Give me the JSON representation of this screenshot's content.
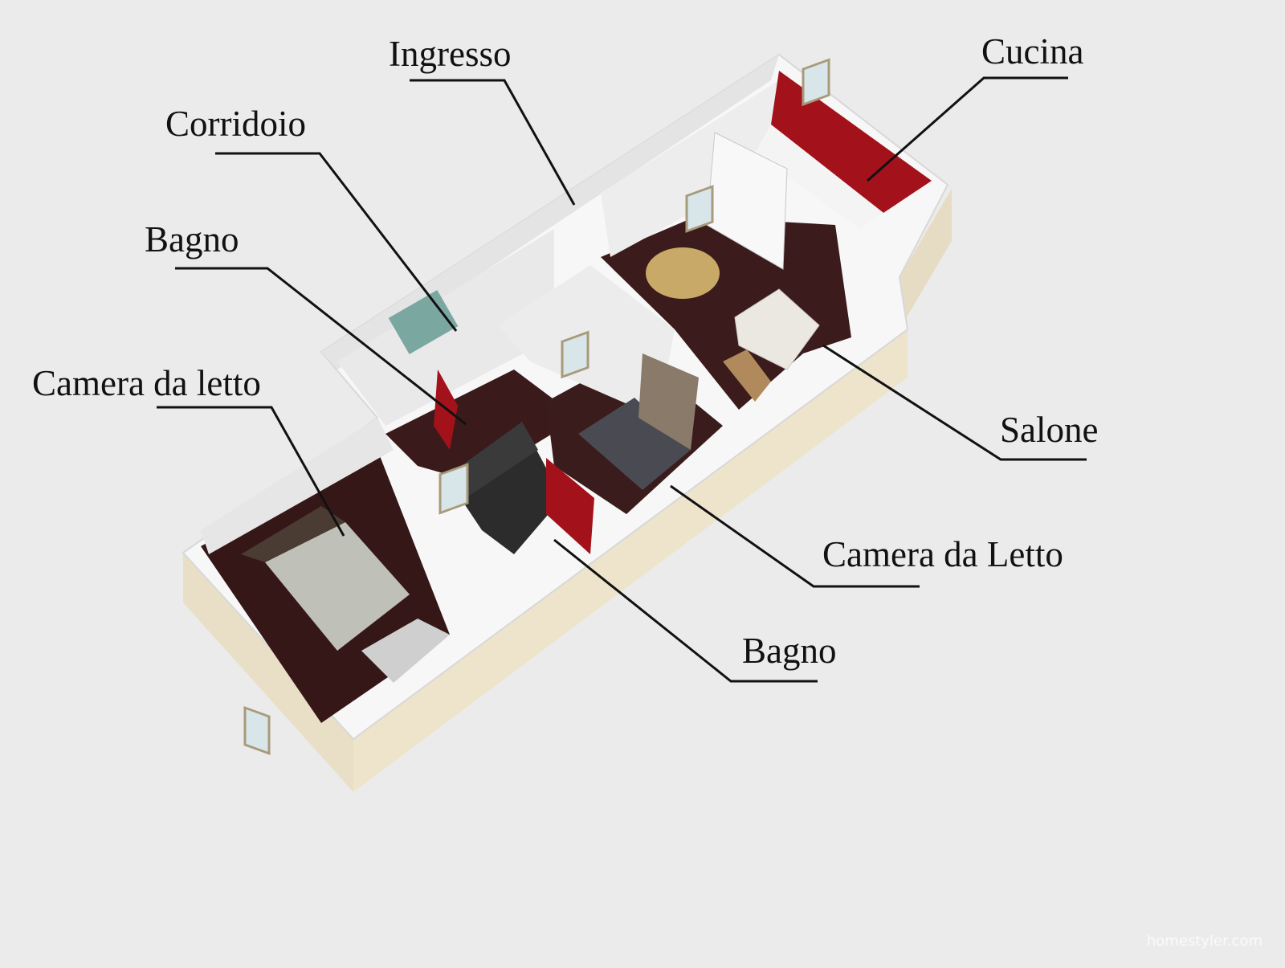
{
  "labels": {
    "ingresso": "Ingresso",
    "cucina": "Cucina",
    "corridoio": "Corridoio",
    "bagno_top": "Bagno",
    "camera_left": "Camera da letto",
    "salone": "Salone",
    "camera_right": "Camera da Letto",
    "bagno_bottom": "Bagno"
  },
  "watermark": "homestyler.com",
  "colors": {
    "background": "#ebebeb",
    "floor": "#3a1a1a",
    "wall": "#f3f3f3",
    "accent_red": "#a3121b",
    "exterior_beige": "#eee3c9"
  }
}
